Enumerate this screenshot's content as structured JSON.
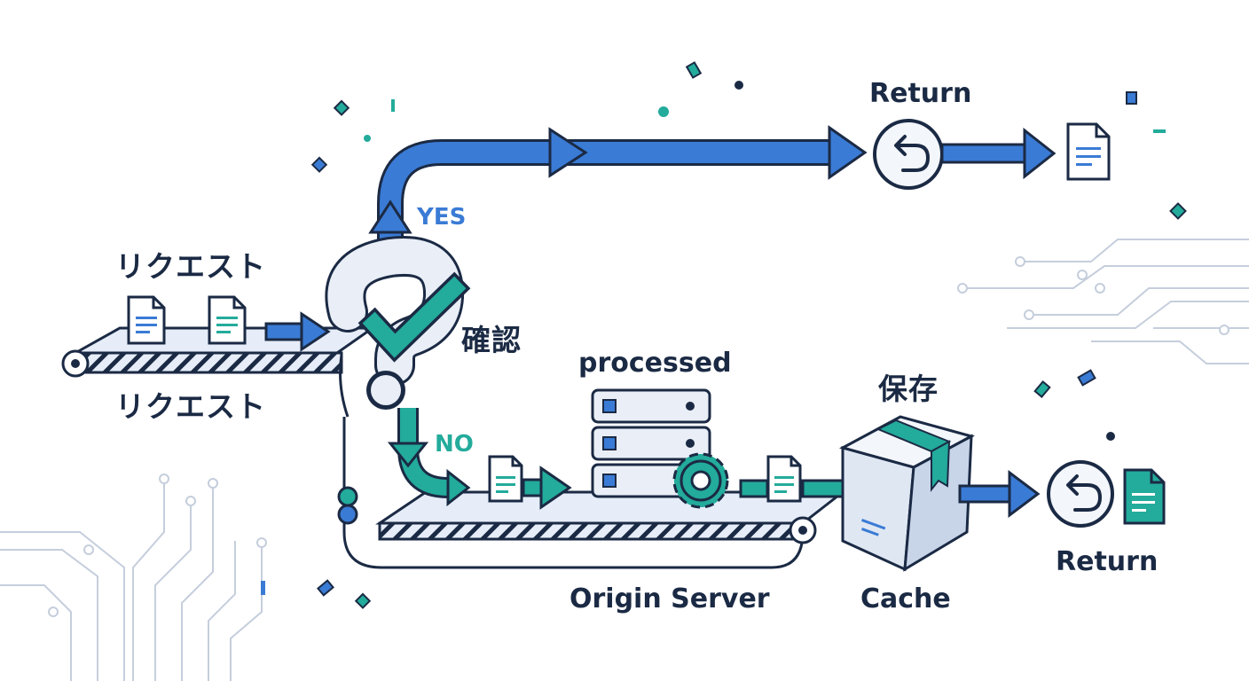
{
  "labels": {
    "request_top": "リクエスト",
    "request_bottom": "リクエスト",
    "check": "確認",
    "yes": "YES",
    "no": "NO",
    "return_top": "Return",
    "processed": "processed",
    "save": "保存",
    "origin_server": "Origin Server",
    "cache": "Cache",
    "return_bottom": "Return"
  },
  "colors": {
    "blue_arrow": "#3a7bd5",
    "teal_arrow": "#23ab9b",
    "outline": "#1b2a44",
    "belt": "#e6edf8",
    "circuit": "#c5cedc",
    "yes_text": "#3a7bd5",
    "no_text": "#23ab9b"
  },
  "icons": [
    "document-icon",
    "question-mark-icon",
    "check-mark-icon",
    "return-icon",
    "server-icon",
    "gear-icon",
    "box-icon"
  ]
}
